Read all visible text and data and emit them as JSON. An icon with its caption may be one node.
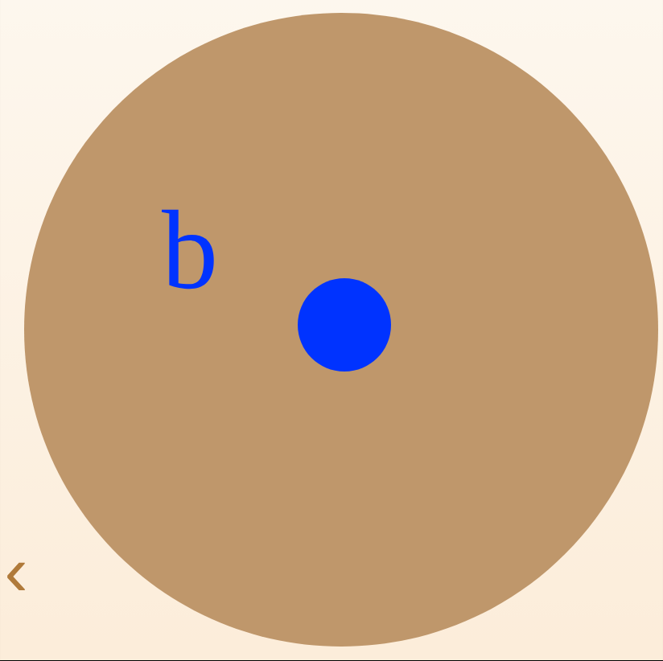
{
  "diagram": {
    "nodes": [
      {
        "text": [
          "b"
        ]
      },
      {
        "text": [],
        "shape": "circle",
        "in": 0
      }
    ],
    "labels": [
      "‹"
    ]
  }
}
